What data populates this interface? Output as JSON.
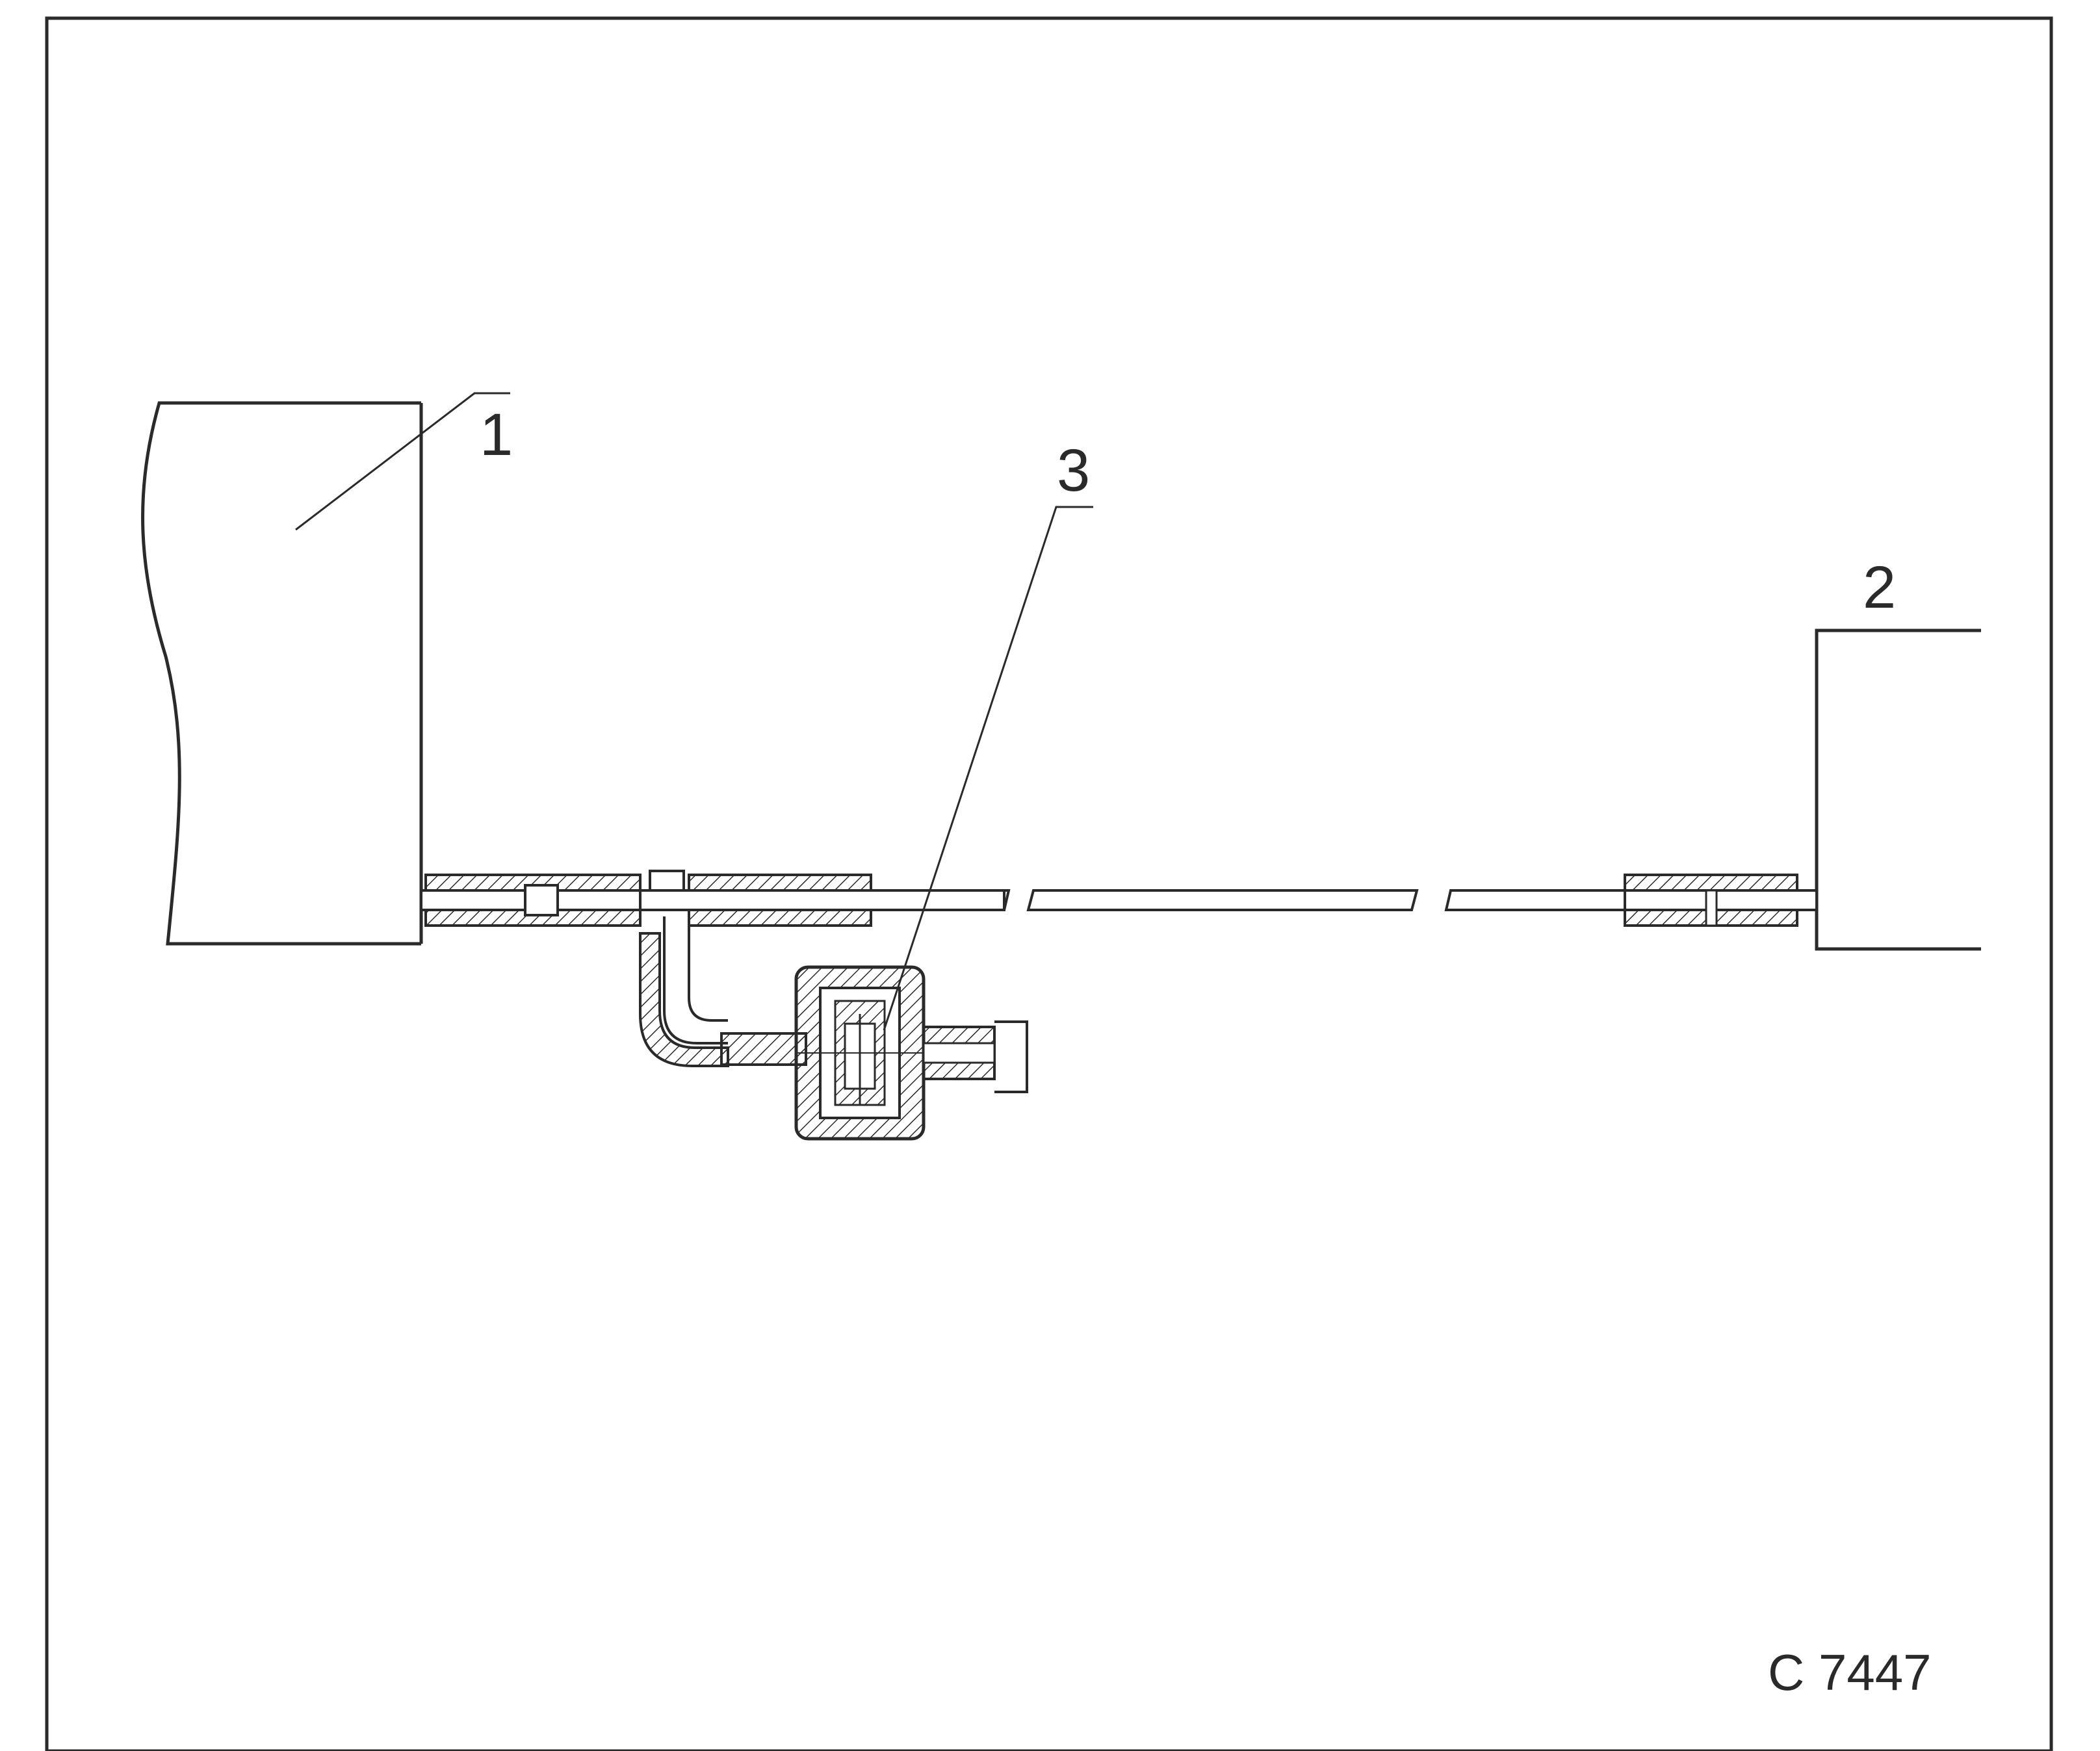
{
  "diagram": {
    "callouts": [
      {
        "id": "1",
        "label": "1"
      },
      {
        "id": "2",
        "label": "2"
      },
      {
        "id": "3",
        "label": "3"
      }
    ],
    "figure_code": "C 7447",
    "colors": {
      "line": "#2a2a2a",
      "background": "#ffffff"
    }
  }
}
